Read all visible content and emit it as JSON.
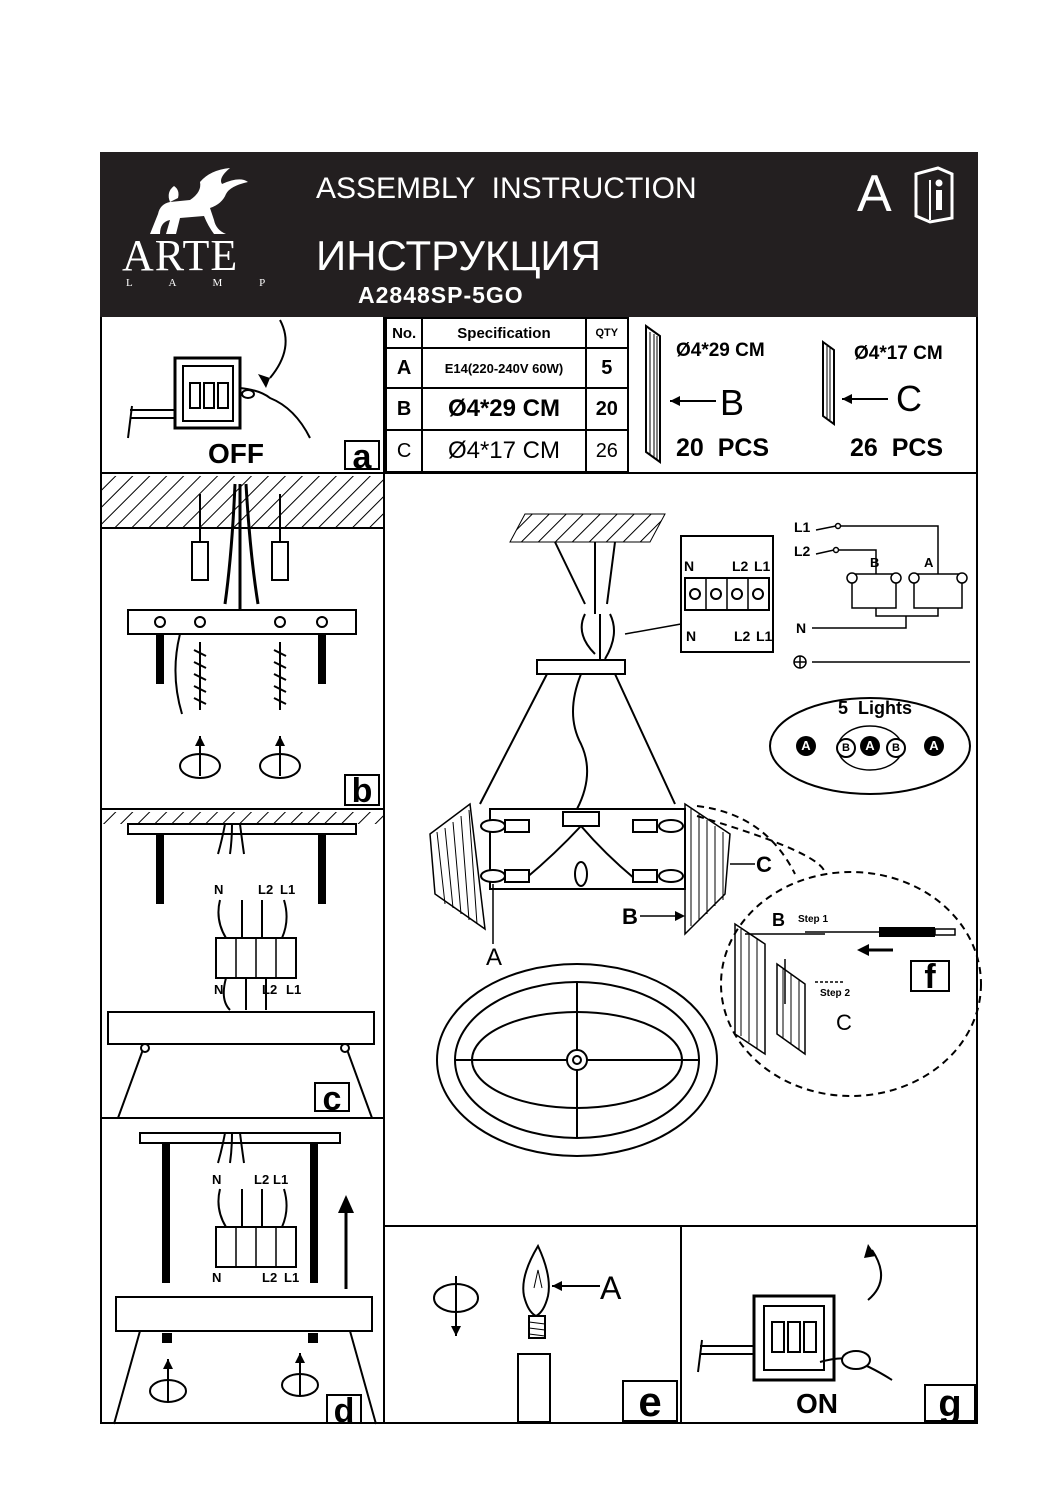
{
  "header": {
    "brand_name": "ARTE",
    "brand_sub": "L A M P",
    "title_en": "ASSEMBLY  INSTRUCTION",
    "title_ru": "ИНСТРУКЦИЯ",
    "model": "A2848SP-5GO",
    "corner_letter": "A",
    "info_icon": "info-book-icon"
  },
  "step_a": {
    "label": "OFF",
    "letter": "a"
  },
  "spec_table": {
    "headers": [
      "No.",
      "Specification",
      "QTY"
    ],
    "rows": [
      {
        "no": "A",
        "spec": "E14(220-240V 60W)",
        "qty": "5"
      },
      {
        "no": "B",
        "spec": "Ø4*29 CM",
        "qty": "20"
      },
      {
        "no": "C",
        "spec": "Ø4*17 CM",
        "qty": "26"
      }
    ]
  },
  "part_b": {
    "size": "Ø4*29 CM",
    "letter": "B",
    "count": "20  PCS"
  },
  "part_c": {
    "size": "Ø4*17 CM",
    "letter": "C",
    "count": "26  PCS"
  },
  "step_b": {
    "letter": "b"
  },
  "step_c": {
    "letter": "c",
    "terminals_top": [
      "N",
      "L2",
      "L1"
    ],
    "terminals_bottom": [
      "N",
      "L2",
      "L1"
    ]
  },
  "step_d": {
    "letter": "d",
    "terminals_top": [
      "N",
      "L2",
      "L1"
    ],
    "terminals_bottom": [
      "N",
      "L2",
      "L1"
    ]
  },
  "main": {
    "terminal_labels": [
      "N",
      "L2",
      "L1"
    ],
    "terminal_bottom_labels": [
      "N",
      "L2",
      "L1"
    ],
    "wiring": {
      "l1": "L1",
      "l2": "L2",
      "b": "B",
      "a": "A",
      "n": "N"
    },
    "lights_label": "5  Lights",
    "lights_sequence": [
      "A",
      "B",
      "A",
      "B",
      "A"
    ],
    "callout_c": "C",
    "callout_b": "B",
    "callout_a": "A",
    "detail": {
      "b": "B",
      "step1": "Step 1",
      "step2": "Step 2",
      "c": "C",
      "letter": "f"
    }
  },
  "step_e": {
    "callout": "A",
    "letter": "e"
  },
  "step_g": {
    "label": "ON",
    "letter": "g"
  }
}
